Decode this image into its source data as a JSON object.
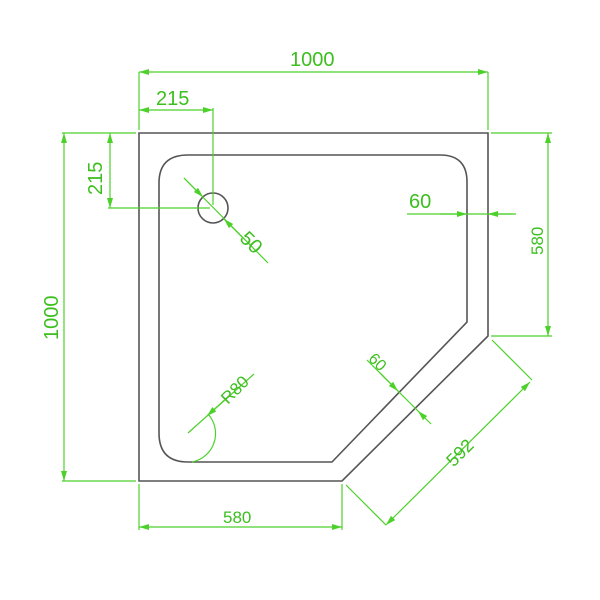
{
  "drawing": {
    "title": "Pentagonal shower tray dimension drawing",
    "colors": {
      "outline": "#555555",
      "dimension": "#4cd12a",
      "text": "#3cbf1e"
    },
    "dimensions": {
      "overall_width": "1000",
      "overall_height": "1000",
      "drain_offset_x": "215",
      "drain_offset_y": "215",
      "drain_diameter": "50",
      "rim_width_side": "60",
      "rim_width_diagonal": "60",
      "right_side_length": "580",
      "bottom_side_length": "580",
      "diagonal_length": "592",
      "corner_radius": "R80"
    }
  }
}
